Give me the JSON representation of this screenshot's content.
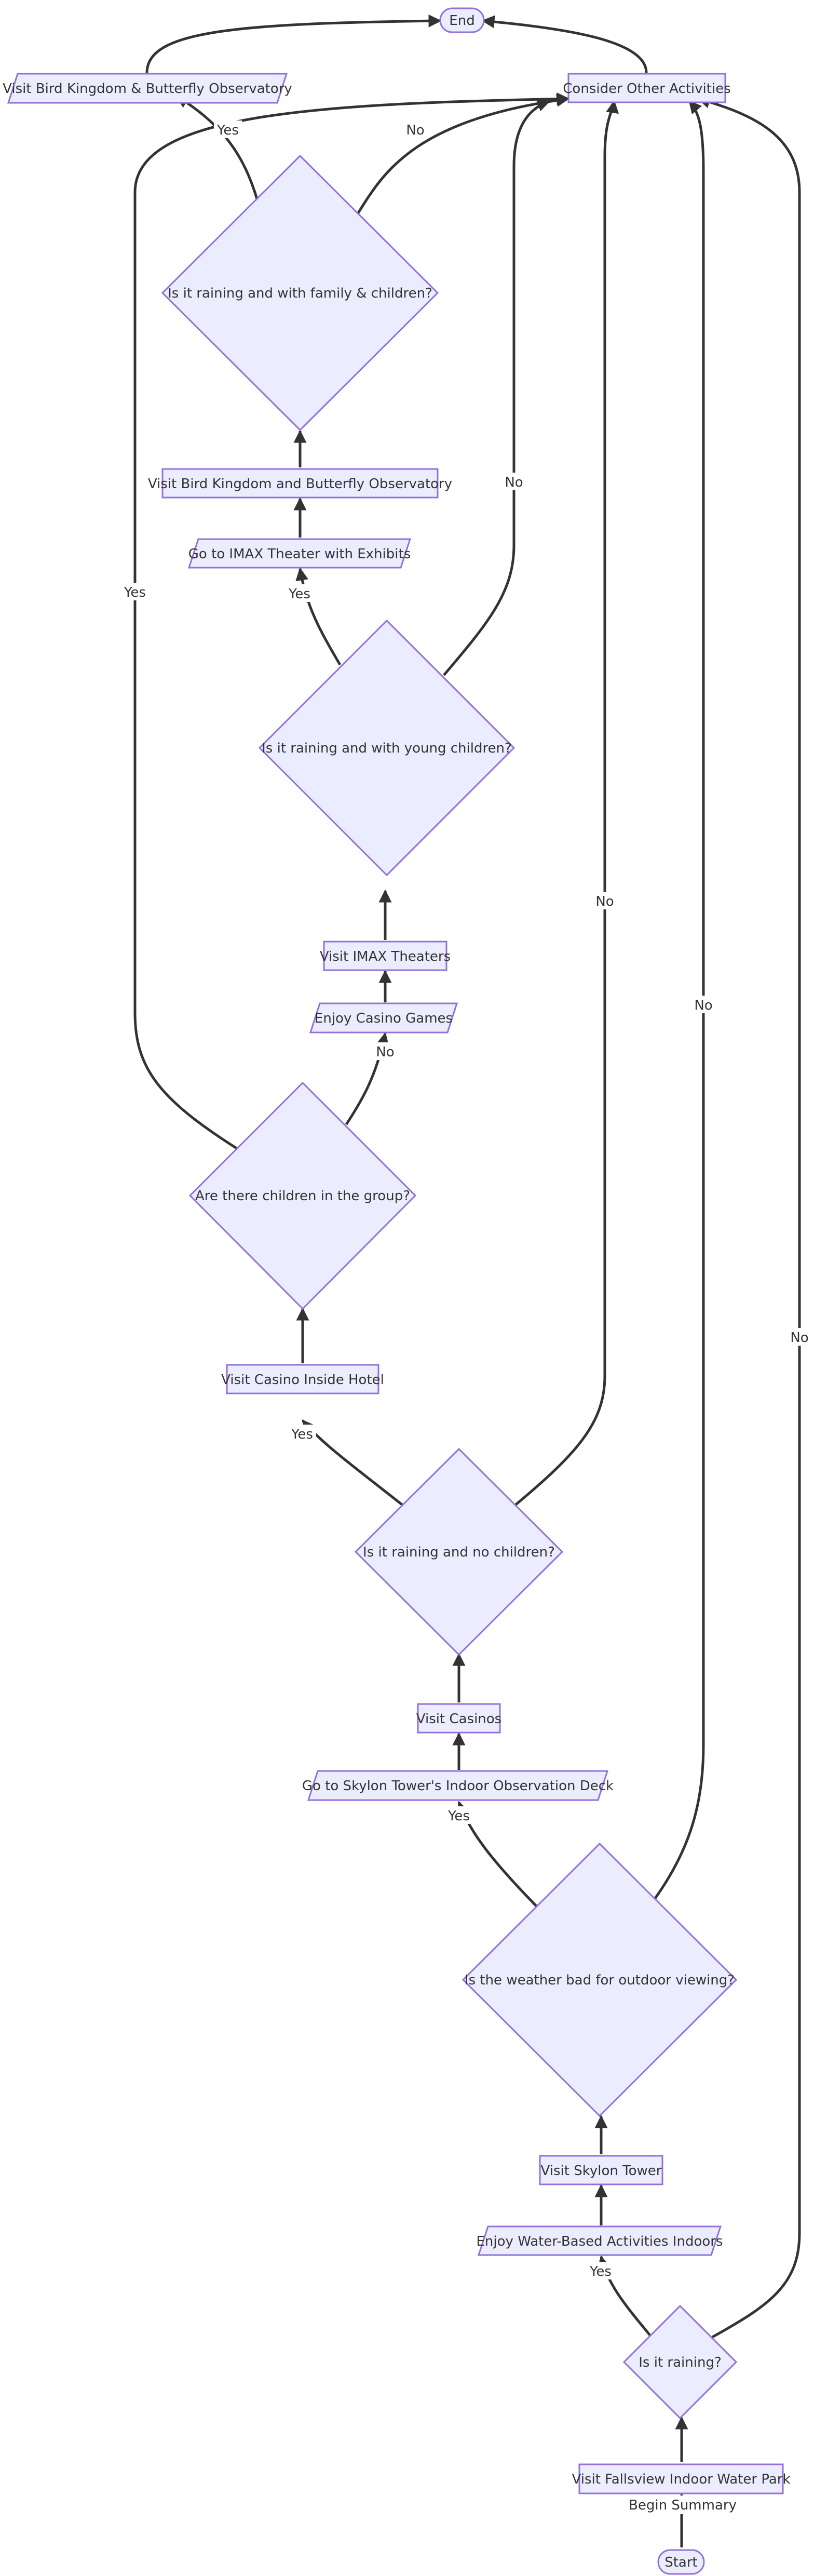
{
  "nodes": {
    "start": "Start",
    "end": "End",
    "fallsview": "Visit Fallsview Indoor Water Park",
    "is_raining": "Is it raining?",
    "water_indoors": "Enjoy Water-Based Activities Indoors",
    "skylon_tower": "Visit Skylon Tower",
    "weather_bad": "Is the weather bad for outdoor viewing?",
    "skylon_deck": "Go to Skylon Tower's Indoor Observation Deck",
    "casinos": "Visit Casinos",
    "raining_no_children": "Is it raining and no children?",
    "casino_hotel": "Visit Casino Inside Hotel",
    "children_group": "Are there children in the group?",
    "casino_games": "Enjoy Casino Games",
    "imax_theaters": "Visit IMAX Theaters",
    "raining_young": "Is it raining and with young children?",
    "imax_exhibits": "Go to IMAX Theater with Exhibits",
    "bird_kingdom_and": "Visit Bird Kingdom and Butterfly Observatory",
    "raining_family": "Is it raining and with family & children?",
    "bird_kingdom_amp": "Visit Bird Kingdom & Butterfly Observatory",
    "other_activities": "Consider Other Activities"
  },
  "edges": {
    "begin_summary": "Begin Summary",
    "yes": "Yes",
    "no": "No"
  }
}
